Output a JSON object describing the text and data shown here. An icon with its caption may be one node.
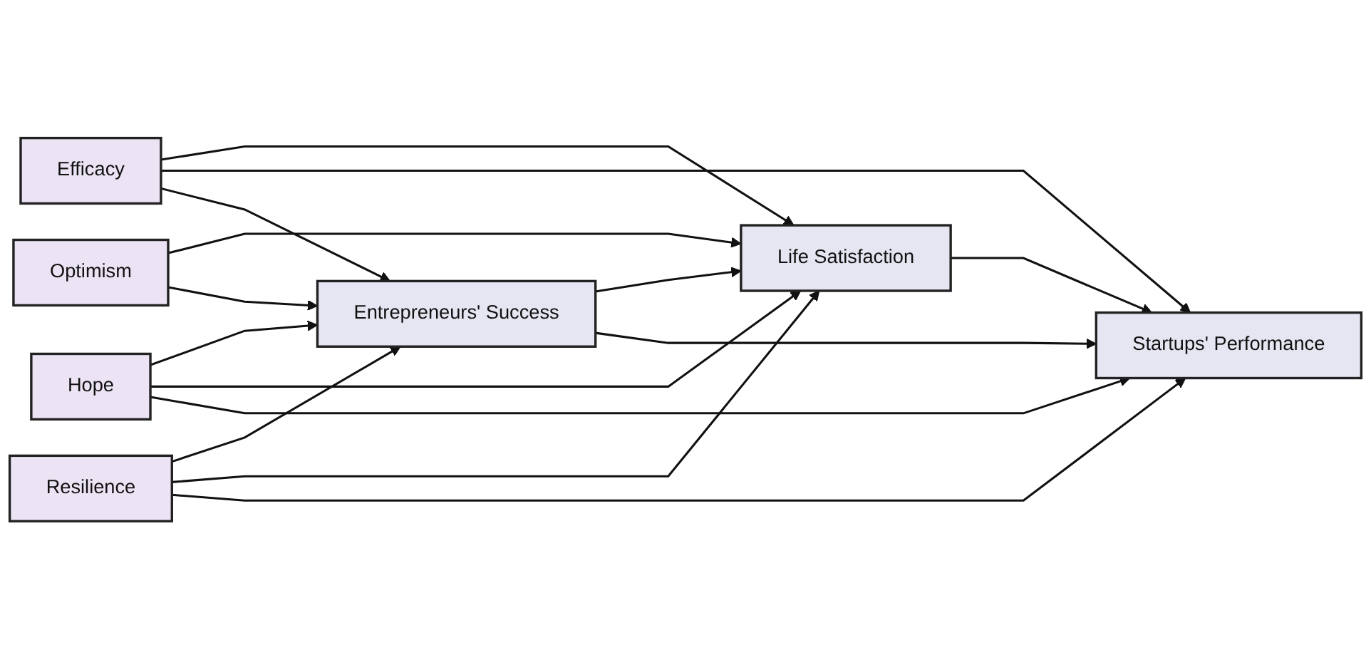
{
  "diagram": {
    "nodes": [
      {
        "text": [
          "Efficacy"
        ]
      },
      {
        "text": [
          "Optimism"
        ]
      },
      {
        "text": [
          "Hope"
        ]
      },
      {
        "text": [
          "Resilience"
        ]
      },
      {
        "text": [
          "Entrepreneurs' Success"
        ]
      },
      {
        "text": [
          "Life Satisfaction"
        ]
      },
      {
        "text": [
          "Startups' Performance"
        ]
      }
    ],
    "edges": [
      {
        "from": 0,
        "to": 5,
        "arrow": "to"
      },
      {
        "from": 0,
        "to": 6,
        "arrow": "to"
      },
      {
        "from": 0,
        "to": 4,
        "arrow": "to"
      },
      {
        "from": 1,
        "to": 5,
        "arrow": "to"
      },
      {
        "from": 1,
        "to": 4,
        "arrow": "to"
      },
      {
        "from": 2,
        "to": 4,
        "arrow": "to"
      },
      {
        "from": 2,
        "to": 5,
        "arrow": "to"
      },
      {
        "from": 2,
        "to": 6,
        "arrow": "to"
      },
      {
        "from": 3,
        "to": 4,
        "arrow": "to"
      },
      {
        "from": 3,
        "to": 5,
        "arrow": "to"
      },
      {
        "from": 3,
        "to": 6,
        "arrow": "to"
      },
      {
        "from": 4,
        "to": 5,
        "arrow": "to"
      },
      {
        "from": 4,
        "to": 6,
        "arrow": "to"
      },
      {
        "from": 5,
        "to": 6,
        "arrow": "to"
      }
    ]
  }
}
